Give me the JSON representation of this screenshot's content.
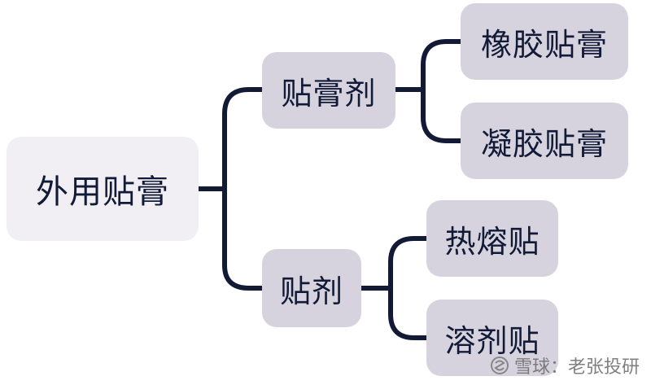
{
  "diagram": {
    "root": {
      "label": "外用贴膏"
    },
    "branches": [
      {
        "label": "贴膏剂",
        "children": [
          {
            "label": "橡胶贴膏"
          },
          {
            "label": "凝胶贴膏"
          }
        ]
      },
      {
        "label": "贴剂",
        "children": [
          {
            "label": "热熔贴"
          },
          {
            "label": "溶剂贴"
          }
        ]
      }
    ]
  },
  "colors": {
    "root_fill": "#f1eff3",
    "node_fill": "#d6d3df",
    "line": "#121a36",
    "text": "#111a36"
  },
  "watermark": {
    "text": "雪球：老张投研",
    "icon": "snowball-logo-icon"
  }
}
